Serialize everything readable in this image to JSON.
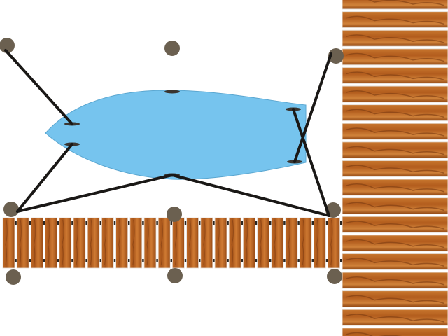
{
  "colors": {
    "background": "#ffffff",
    "water_boat": "#76c4ee",
    "boat_outline": "#5aa6d0",
    "wood_plank": "#b8621f",
    "wood_dark": "#7a3a10",
    "wood_light": "#d98a3c",
    "rail": "#2a2622",
    "post": "#6b6050",
    "cleat": "#3a3530",
    "rope": "#1a1816"
  },
  "objects": {
    "boat": "boat",
    "pier_right": "vertical-pier",
    "dock_bottom": "horizontal-dock",
    "posts": "mooring-posts",
    "ropes": "mooring-ropes"
  }
}
